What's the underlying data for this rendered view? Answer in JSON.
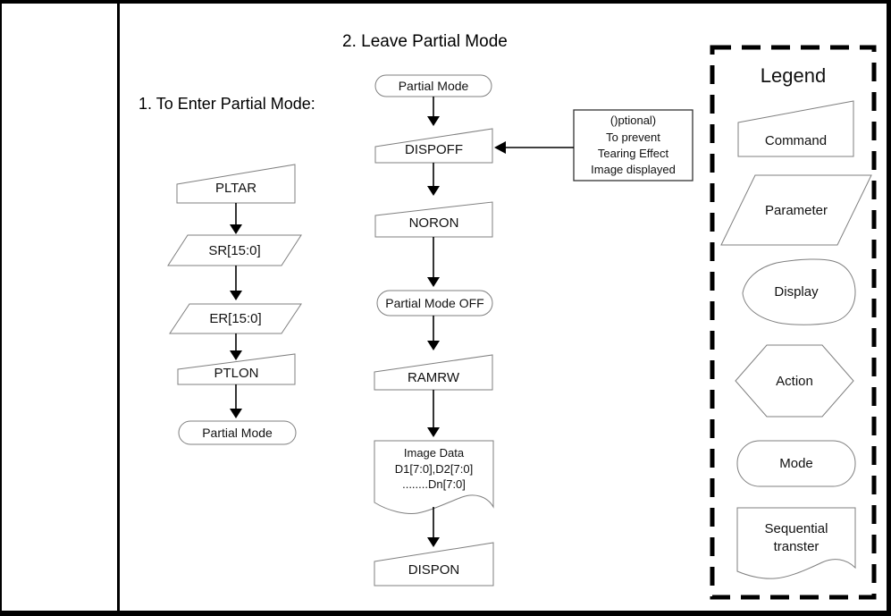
{
  "titles": {
    "enter": "1. To Enter Partial Mode:",
    "leave": "2. Leave Partial Mode"
  },
  "enter_flow": {
    "nodes": [
      {
        "type": "command",
        "label": "PLTAR"
      },
      {
        "type": "parameter",
        "label": "SR[15:0]"
      },
      {
        "type": "parameter",
        "label": "ER[15:0]"
      },
      {
        "type": "command",
        "label": "PTLON"
      },
      {
        "type": "mode",
        "label": "Partial Mode"
      }
    ]
  },
  "leave_flow": {
    "nodes": [
      {
        "type": "mode",
        "label": "Partial Mode"
      },
      {
        "type": "command",
        "label": "DISPOFF"
      },
      {
        "type": "command",
        "label": "NORON"
      },
      {
        "type": "mode",
        "label": "Partial Mode OFF"
      },
      {
        "type": "command",
        "label": "RAMRW"
      },
      {
        "type": "sequential",
        "lines": [
          "Image Data",
          "D1[7:0],D2[7:0]",
          "........Dn[7:0]"
        ]
      },
      {
        "type": "command",
        "label": "DISPON"
      }
    ],
    "note_lines": [
      "()ptional)",
      "To prevent",
      "Tearing Effect",
      "Image displayed"
    ]
  },
  "legend": {
    "title": "Legend",
    "items": [
      {
        "shape": "command",
        "label": "Command"
      },
      {
        "shape": "parameter",
        "label": "Parameter"
      },
      {
        "shape": "display",
        "label": "Display"
      },
      {
        "shape": "action",
        "label": "Action"
      },
      {
        "shape": "mode",
        "label": "Mode"
      },
      {
        "shape": "sequential",
        "label": "Sequential transter"
      }
    ]
  },
  "colors": {
    "shape_outline": "#7f7f7f",
    "arrow": "#000000",
    "background": "#ffffff",
    "text": "#111111"
  }
}
